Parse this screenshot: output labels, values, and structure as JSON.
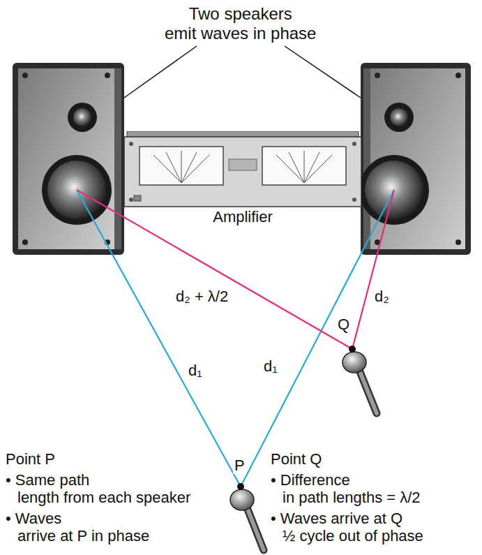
{
  "diagram": {
    "nodes": [
      {
        "text": [
          "Amplifier"
        ]
      }
    ],
    "labels": [
      "Two speakers emit waves in phase",
      "d₂ + λ/2",
      "d₂",
      "Q",
      "d₁",
      "d₁",
      "P",
      "Point P",
      "• Same path length from each speaker",
      "• Waves arrive at P in phase",
      "Point Q",
      "• Difference in path lengths = λ/2",
      "• Waves arrive at Q ½ cycle out of phase"
    ]
  }
}
